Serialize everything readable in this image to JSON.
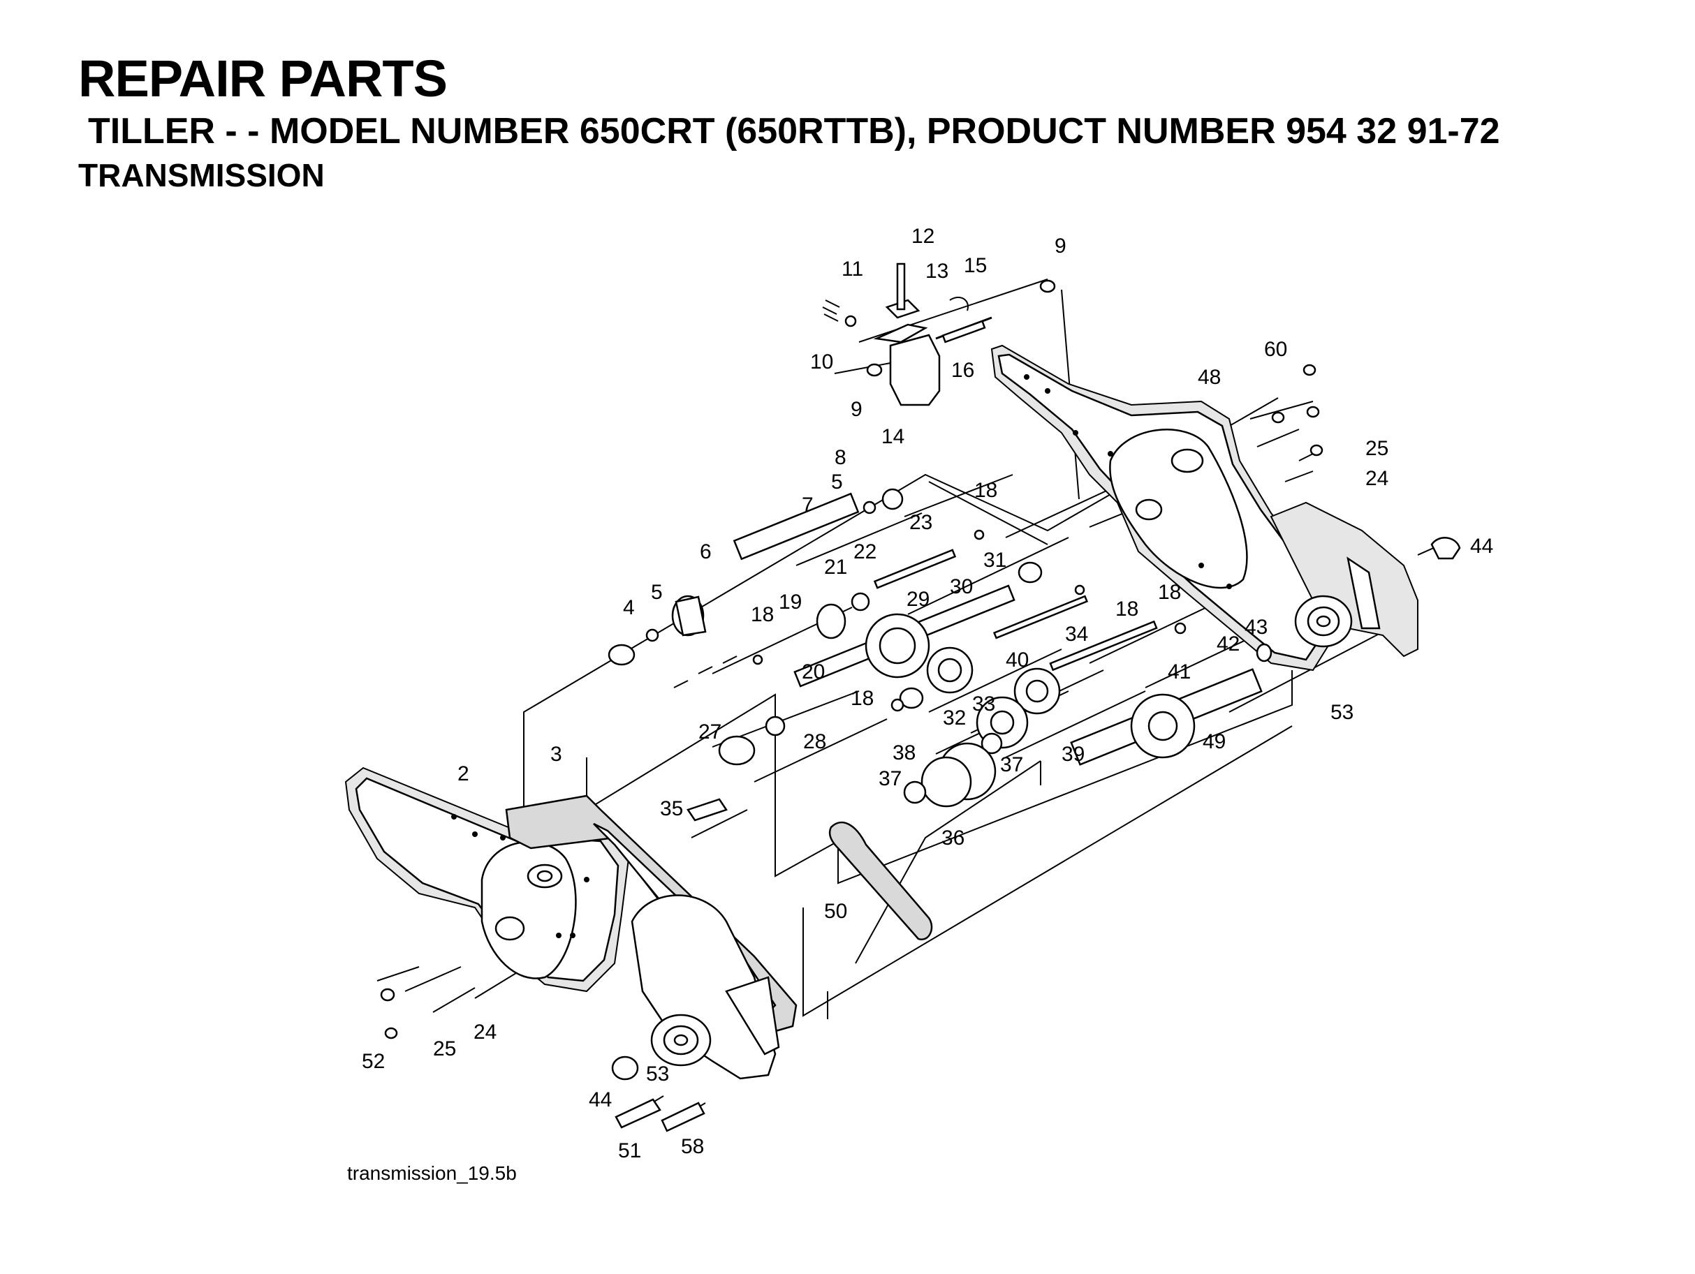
{
  "header": {
    "title": "REPAIR PARTS",
    "subtitle": "TILLER - - MODEL NUMBER 650CRT (650RTTB), PRODUCT NUMBER 954 32 91-72",
    "section": "TRANSMISSION"
  },
  "caption": "transmission_19.5b",
  "callouts": [
    {
      "id": "c12",
      "text": "12"
    },
    {
      "id": "c11",
      "text": "11"
    },
    {
      "id": "c13",
      "text": "13"
    },
    {
      "id": "c15",
      "text": "15"
    },
    {
      "id": "c9a",
      "text": "9"
    },
    {
      "id": "c10",
      "text": "10"
    },
    {
      "id": "c16",
      "text": "16"
    },
    {
      "id": "c9b",
      "text": "9"
    },
    {
      "id": "c14",
      "text": "14"
    },
    {
      "id": "c60",
      "text": "60"
    },
    {
      "id": "c48",
      "text": "48"
    },
    {
      "id": "c25a",
      "text": "25"
    },
    {
      "id": "c24a",
      "text": "24"
    },
    {
      "id": "c8",
      "text": "8"
    },
    {
      "id": "c5a",
      "text": "5"
    },
    {
      "id": "c18a",
      "text": "18"
    },
    {
      "id": "c7",
      "text": "7"
    },
    {
      "id": "c23",
      "text": "23"
    },
    {
      "id": "c44a",
      "text": "44"
    },
    {
      "id": "c6",
      "text": "6"
    },
    {
      "id": "c22",
      "text": "22"
    },
    {
      "id": "c21",
      "text": "21"
    },
    {
      "id": "c31",
      "text": "31"
    },
    {
      "id": "c30",
      "text": "30"
    },
    {
      "id": "c29",
      "text": "29"
    },
    {
      "id": "c18b",
      "text": "18"
    },
    {
      "id": "c18c",
      "text": "18"
    },
    {
      "id": "c4",
      "text": "4"
    },
    {
      "id": "c5b",
      "text": "5"
    },
    {
      "id": "c19",
      "text": "19"
    },
    {
      "id": "c18d",
      "text": "18"
    },
    {
      "id": "c34",
      "text": "34"
    },
    {
      "id": "c42",
      "text": "42"
    },
    {
      "id": "c43",
      "text": "43"
    },
    {
      "id": "c20",
      "text": "20"
    },
    {
      "id": "c40",
      "text": "40"
    },
    {
      "id": "c41",
      "text": "41"
    },
    {
      "id": "c33",
      "text": "33"
    },
    {
      "id": "c18e",
      "text": "18"
    },
    {
      "id": "c32",
      "text": "32"
    },
    {
      "id": "c53a",
      "text": "53"
    },
    {
      "id": "c27",
      "text": "27"
    },
    {
      "id": "c28",
      "text": "28"
    },
    {
      "id": "c49",
      "text": "49"
    },
    {
      "id": "c39",
      "text": "39"
    },
    {
      "id": "c38",
      "text": "38"
    },
    {
      "id": "c37a",
      "text": "37"
    },
    {
      "id": "c37b",
      "text": "37"
    },
    {
      "id": "c3",
      "text": "3"
    },
    {
      "id": "c2",
      "text": "2"
    },
    {
      "id": "c35",
      "text": "35"
    },
    {
      "id": "c36",
      "text": "36"
    },
    {
      "id": "c50",
      "text": "50"
    },
    {
      "id": "c24b",
      "text": "24"
    },
    {
      "id": "c25b",
      "text": "25"
    },
    {
      "id": "c52",
      "text": "52"
    },
    {
      "id": "c53b",
      "text": "53"
    },
    {
      "id": "c44b",
      "text": "44"
    },
    {
      "id": "c51",
      "text": "51"
    },
    {
      "id": "c58",
      "text": "58"
    }
  ]
}
